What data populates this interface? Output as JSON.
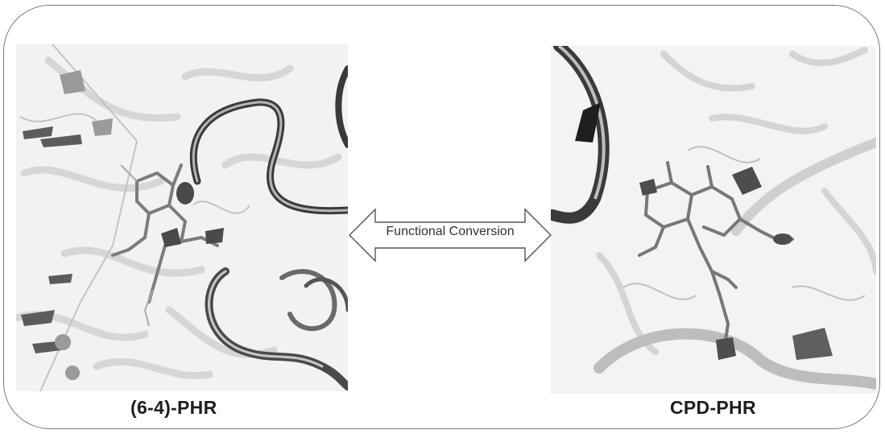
{
  "figure": {
    "left_label": "(6-4)-PHR",
    "right_label": "CPD-PHR",
    "arrow_label": "Functional Conversion"
  }
}
